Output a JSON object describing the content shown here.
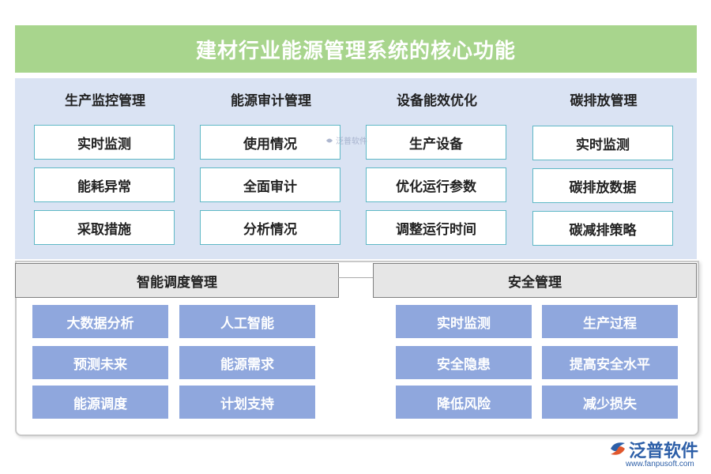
{
  "title": "建材行业能源管理系统的核心功能",
  "top_columns": [
    {
      "header": "生产监控管理",
      "items": [
        "实时监测",
        "能耗异常",
        "采取措施"
      ]
    },
    {
      "header": "能源审计管理",
      "items": [
        "使用情况",
        "全面审计",
        "分析情况"
      ]
    },
    {
      "header": "设备能效优化",
      "items": [
        "生产设备",
        "优化运行参数",
        "调整运行时间"
      ]
    },
    {
      "header": "碳排放管理",
      "items": [
        "实时监测",
        "碳排放数据",
        "碳减排策略"
      ]
    }
  ],
  "sections": [
    {
      "header": "智能调度管理",
      "items": [
        "大数据分析",
        "人工智能",
        "预测未来",
        "能源需求",
        "能源调度",
        "计划支持"
      ]
    },
    {
      "header": "安全管理",
      "items": [
        "实时监测",
        "生产过程",
        "安全隐患",
        "提高安全水平",
        "降低风险",
        "减少损失"
      ]
    }
  ],
  "watermark": {
    "text": "泛普软件"
  },
  "logo": {
    "name": "泛普软件",
    "url": "www.fanpusoft.com"
  },
  "colors": {
    "title_bg": "#a8d58d",
    "top_panel_bg": "#dae3f3",
    "box_border": "#5fb8c6",
    "blue_box": "#8fa7dd",
    "logo": "#2d5fa8"
  }
}
